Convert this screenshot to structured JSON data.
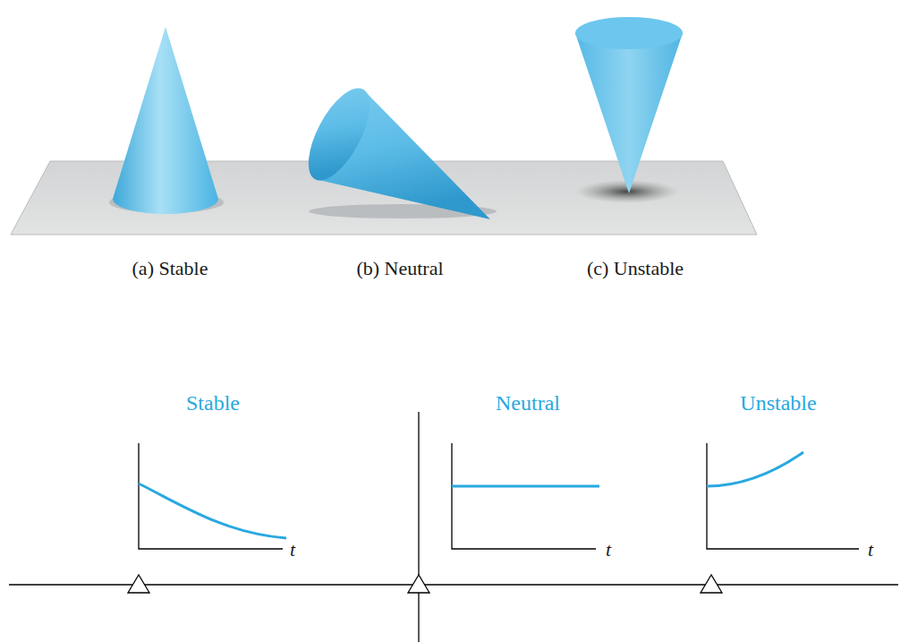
{
  "diagram": {
    "labels": [
      "(a) Stable",
      "(b) Neutral",
      "(c) Unstable",
      "Stable",
      "Neutral",
      "Unstable",
      "t",
      "t",
      "t"
    ]
  }
}
